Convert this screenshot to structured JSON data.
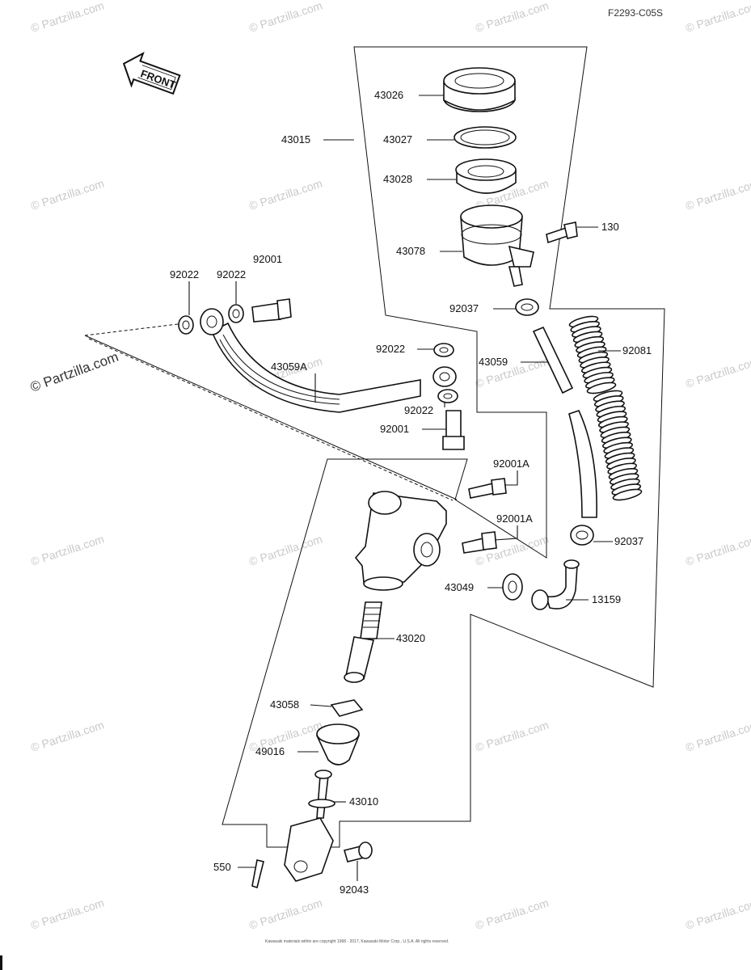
{
  "diagram_code": "F2293-C05S",
  "front_label": "FRONT",
  "watermark": "© Partzilla.com",
  "footer": "Kawasaki materials within are copyright 1968 - 2017, Kawasaki Motor Corp., U.S.A. All rights reserved.",
  "parts": {
    "p43026": "43026",
    "p43027": "43027",
    "p43028": "43028",
    "p43015": "43015",
    "p43078": "43078",
    "p130": "130",
    "p92001_top": "92001",
    "p92022_a": "92022",
    "p92022_b": "92022",
    "p92037_top": "92037",
    "p92022_c": "92022",
    "p43059": "43059",
    "p92081": "92081",
    "p43059A": "43059A",
    "p92022_d": "92022",
    "p92001_mid": "92001",
    "p92001A_a": "92001A",
    "p92001A_b": "92001A",
    "p92037_bot": "92037",
    "p43049": "43049",
    "p13159": "13159",
    "p43020": "43020",
    "p43058": "43058",
    "p49016": "49016",
    "p43010": "43010",
    "p550": "550",
    "p92043": "92043"
  }
}
